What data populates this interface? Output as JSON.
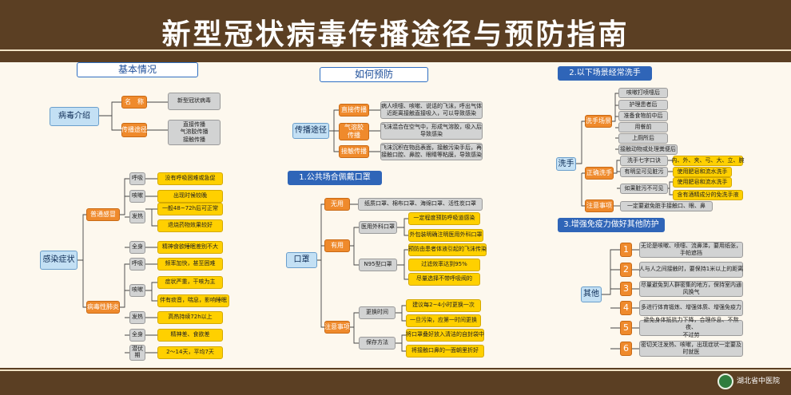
{
  "title": "新型冠状病毒传播途径与预防指南",
  "logo_text": "湖北省中医院",
  "basic": {
    "header": "基本情况",
    "virus": "病毒介绍",
    "name_k": "名　称",
    "name_v": "新型冠状病毒",
    "route_k": "传播途径",
    "route_v": "直接传播\n气溶胶传播\n接触传播",
    "sym": "感染症状",
    "common": "普通感冒",
    "severe": "病毒性肺炎",
    "c_rows": [
      {
        "k": "呼吸",
        "v": "没有呼吸困难或急促"
      },
      {
        "k": "咳嗽",
        "v": "出现时候较晚"
      },
      {
        "k": "发热",
        "v": "一般48~72h后可正常"
      },
      {
        "v": "退烧药物效果较好"
      },
      {
        "k": "全身",
        "v": "精神食欲睡眠差别不大"
      }
    ],
    "s_rows": [
      {
        "k": "呼吸",
        "v": "频率加快，甚至困难"
      },
      {
        "k": "咳嗽",
        "v": "症状严重，干咳为主"
      },
      {
        "v": "伴有痰音，喘息，影响睡眠"
      },
      {
        "k": "发热",
        "v": "高热持续72h以上"
      },
      {
        "k": "全身",
        "v": "精神差、食欲差"
      },
      {
        "k": "潜伏\n期",
        "v": "2～14天，平均7天"
      }
    ]
  },
  "prevent": {
    "header": "如何预防",
    "route": "传播途径",
    "routes": [
      {
        "k": "直接传播",
        "v": "病人喷嚏、咳嗽、说话的飞沫，呼出气体\n近距离接触直接吸入，可以导致感染"
      },
      {
        "k": "气溶胶\n传播",
        "v": "飞沫混合在空气中，形成气溶胶，吸入后\n导致感染"
      },
      {
        "k": "接触传播",
        "v": "飞沫沉积在物品表面，接触污染手后，再\n接触口腔、鼻腔、眼睛等粘膜，导致感染"
      }
    ],
    "mask_h": "1.公共场合佩戴口罩",
    "mask": "口罩",
    "useless": "无用",
    "useless_v": "纸质口罩、棉布口罩、海绵口罩、活性炭口罩",
    "useful": "有用",
    "surgical": "医用外科口罩",
    "s1": "一定程度预防呼吸道感染",
    "s2": "外包装明确注明医用外科口罩",
    "n95": "N95型口罩",
    "n1": "预防由患者体液引起的飞沫传染",
    "n2": "过滤效率达到95%",
    "n3": "尽量选择不带呼吸阀的",
    "note": "注意事项",
    "chg": "更换时间",
    "c1": "建议每2~4小时更换一次",
    "c2": "一旦污染，应第一时间更换",
    "keep": "保存方法",
    "k1": "将口罩叠好放入清洁的自封袋中",
    "k2": "将接触口鼻的一面朝里折好"
  },
  "wash": {
    "header": "2.以下场景经常洗手",
    "hands": "洗手",
    "scene": "洗手场景",
    "scenes": [
      "咳嗽打喷嚏后",
      "护理患者后",
      "准备食物前中后",
      "用餐前",
      "上厕所后",
      "接触动物或处理粪便后"
    ],
    "correct": "正确洗手",
    "seven": "洗手七字口诀",
    "seven_v": "内、外、夹、弓、大、立、腕",
    "dirty": "有明显可见脏污",
    "dirty_v": "使用肥皂和流水洗手",
    "clean": "如果脏污不可见",
    "clean_v1": "使用肥皂和流水洗手",
    "clean_v2": "含有酒精成分的免洗手液",
    "note": "注意事项",
    "note_v": "一定要避免脏手接触口、眼、鼻"
  },
  "immune": {
    "header": "3.增强免疫力做好其他防护",
    "other": "其他",
    "items": [
      {
        "n": "1",
        "t": "无论是咳嗽、喷嚏、流鼻涕，要用纸张，\n手帕遮挡"
      },
      {
        "n": "2",
        "t": "人与人之间接触时，要保持1米以上的距离"
      },
      {
        "n": "3",
        "t": "尽量避免到人群密集的地方，保持室内通\n风换气"
      },
      {
        "n": "4",
        "t": "多进行体育锻炼、增强体质、增强免疫力"
      },
      {
        "n": "5",
        "t": "避免身体抵抗力下降，合理作息、不熬夜、\n不过劳"
      },
      {
        "n": "6",
        "t": "密切关注发热、咳嗽，出现症状一定要及\n时就医"
      }
    ]
  }
}
